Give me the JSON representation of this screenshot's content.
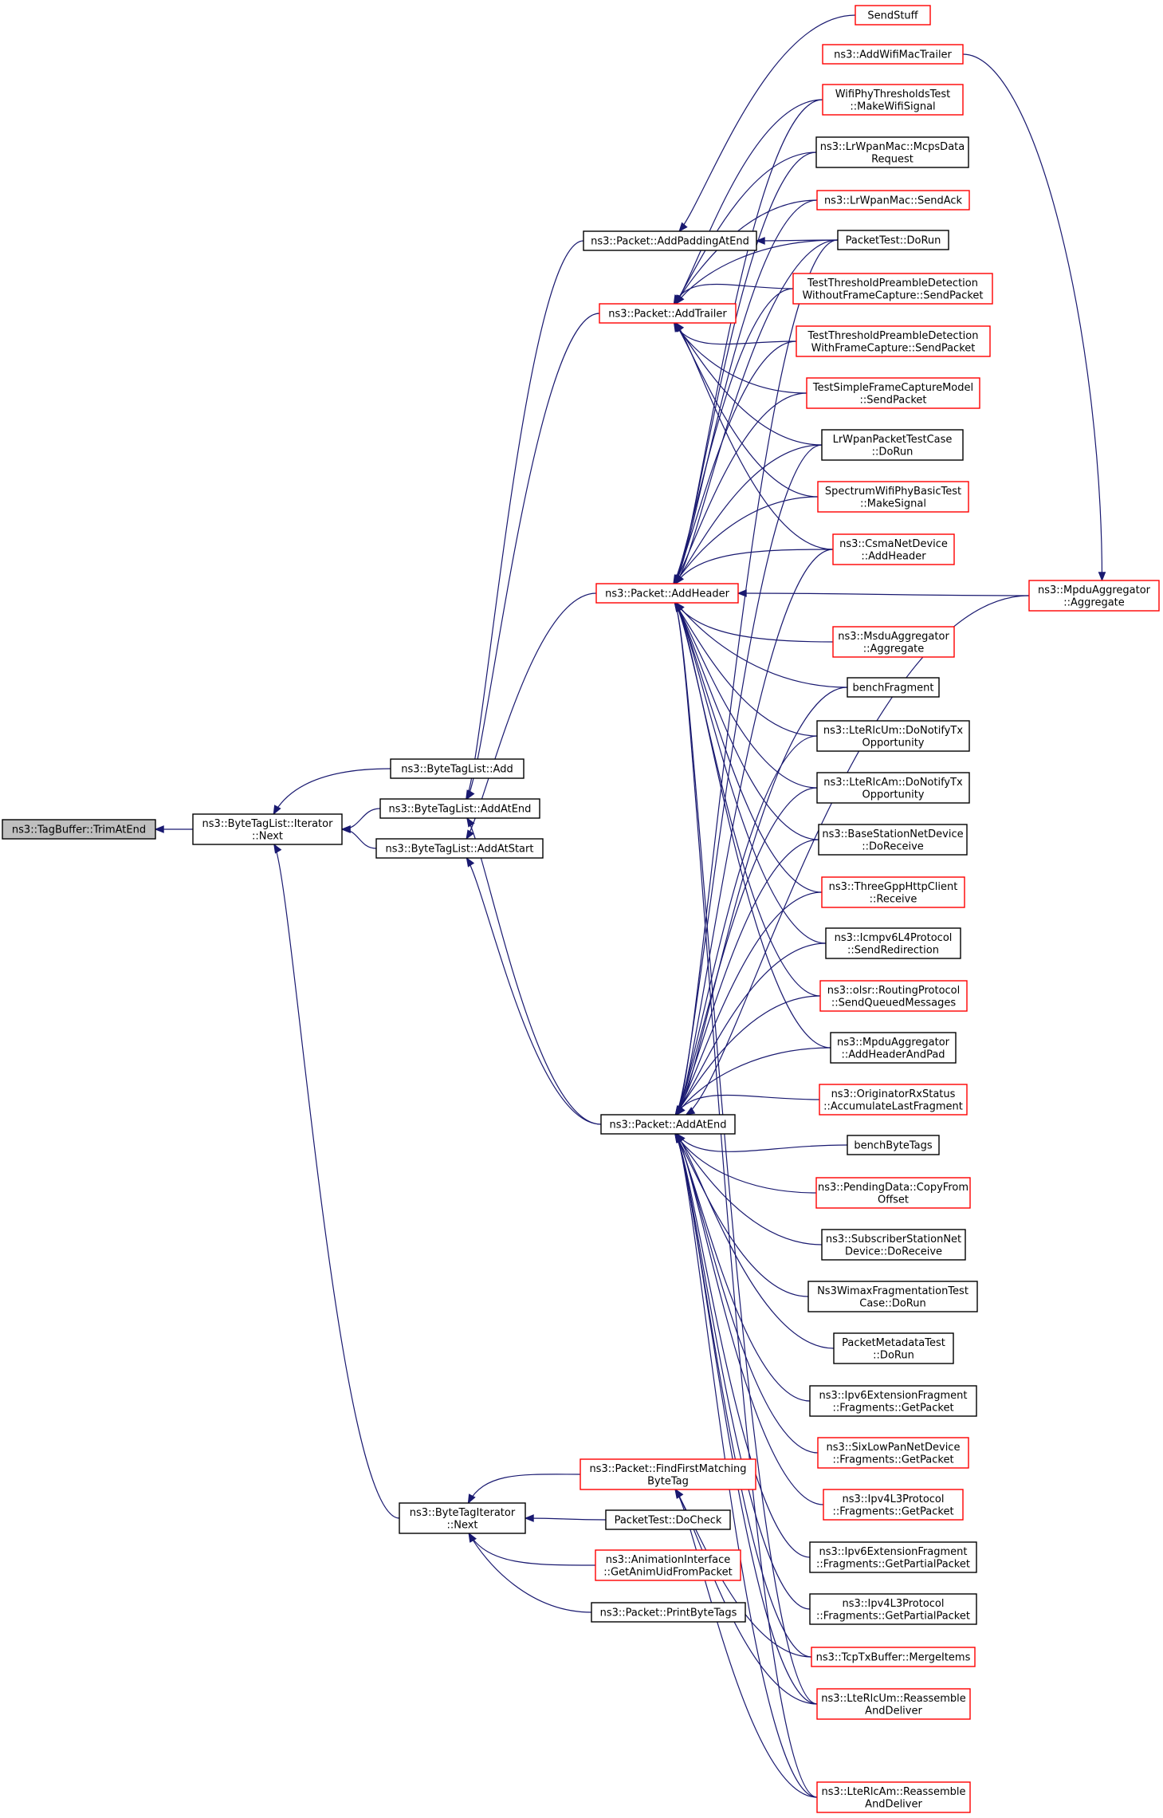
{
  "nodes": [
    {
      "id": "trim",
      "lines": [
        "ns3::TagBuffer::TrimAtEnd"
      ],
      "style": "root"
    },
    {
      "id": "itnext",
      "lines": [
        "ns3::ByteTagList::Iterator",
        "::Next"
      ],
      "style": "black"
    },
    {
      "id": "btladd",
      "lines": [
        "ns3::ByteTagList::Add"
      ],
      "style": "black"
    },
    {
      "id": "btlend",
      "lines": [
        "ns3::ByteTagList::AddAtEnd"
      ],
      "style": "black"
    },
    {
      "id": "btlstart",
      "lines": [
        "ns3::ByteTagList::AddAtStart"
      ],
      "style": "black"
    },
    {
      "id": "btinext",
      "lines": [
        "ns3::ByteTagIterator",
        "::Next"
      ],
      "style": "black"
    },
    {
      "id": "padding",
      "lines": [
        "ns3::Packet::AddPaddingAtEnd"
      ],
      "style": "black"
    },
    {
      "id": "trailer",
      "lines": [
        "ns3::Packet::AddTrailer"
      ],
      "style": "red"
    },
    {
      "id": "header",
      "lines": [
        "ns3::Packet::AddHeader"
      ],
      "style": "red"
    },
    {
      "id": "pktend",
      "lines": [
        "ns3::Packet::AddAtEnd"
      ],
      "style": "black"
    },
    {
      "id": "ffm",
      "lines": [
        "ns3::Packet::FindFirstMatching",
        "ByteTag"
      ],
      "style": "red"
    },
    {
      "id": "pdocheck",
      "lines": [
        "PacketTest::DoCheck"
      ],
      "style": "black"
    },
    {
      "id": "anim",
      "lines": [
        "ns3::AnimationInterface",
        "::GetAnimUidFromPacket"
      ],
      "style": "red"
    },
    {
      "id": "printbt",
      "lines": [
        "ns3::Packet::PrintByteTags"
      ],
      "style": "black"
    },
    {
      "id": "sendstuff",
      "lines": [
        "SendStuff"
      ],
      "style": "red"
    },
    {
      "id": "wifimac",
      "lines": [
        "ns3::AddWifiMacTrailer"
      ],
      "style": "red"
    },
    {
      "id": "wifiphy",
      "lines": [
        "WifiPhyThresholdsTest",
        "::MakeWifiSignal"
      ],
      "style": "red"
    },
    {
      "id": "lrmcps",
      "lines": [
        "ns3::LrWpanMac::McpsData",
        "Request"
      ],
      "style": "black"
    },
    {
      "id": "lrack",
      "lines": [
        "ns3::LrWpanMac::SendAck"
      ],
      "style": "red"
    },
    {
      "id": "pktdorun",
      "lines": [
        "PacketTest::DoRun"
      ],
      "style": "black"
    },
    {
      "id": "tpdwo",
      "lines": [
        "TestThresholdPreambleDetection",
        "WithoutFrameCapture::SendPacket"
      ],
      "style": "red"
    },
    {
      "id": "tpdw",
      "lines": [
        "TestThresholdPreambleDetection",
        "WithFrameCapture::SendPacket"
      ],
      "style": "red"
    },
    {
      "id": "tsfc",
      "lines": [
        "TestSimpleFrameCaptureModel",
        "::SendPacket"
      ],
      "style": "red"
    },
    {
      "id": "lrpkt",
      "lines": [
        "LrWpanPacketTestCase",
        "::DoRun"
      ],
      "style": "black"
    },
    {
      "id": "spectrum",
      "lines": [
        "SpectrumWifiPhyBasicTest",
        "::MakeSignal"
      ],
      "style": "red"
    },
    {
      "id": "csma",
      "lines": [
        "ns3::CsmaNetDevice",
        "::AddHeader"
      ],
      "style": "red"
    },
    {
      "id": "mpduagg",
      "lines": [
        "ns3::MpduAggregator",
        "::Aggregate"
      ],
      "style": "red"
    },
    {
      "id": "msdu",
      "lines": [
        "ns3::MsduAggregator",
        "::Aggregate"
      ],
      "style": "red"
    },
    {
      "id": "benchfrag",
      "lines": [
        "benchFragment"
      ],
      "style": "black"
    },
    {
      "id": "rlcumtx",
      "lines": [
        "ns3::LteRlcUm::DoNotifyTx",
        "Opportunity"
      ],
      "style": "black"
    },
    {
      "id": "rlcamtx",
      "lines": [
        "ns3::LteRlcAm::DoNotifyTx",
        "Opportunity"
      ],
      "style": "black"
    },
    {
      "id": "bsnd",
      "lines": [
        "ns3::BaseStationNetDevice",
        "::DoReceive"
      ],
      "style": "black"
    },
    {
      "id": "http",
      "lines": [
        "ns3::ThreeGppHttpClient",
        "::Receive"
      ],
      "style": "red"
    },
    {
      "id": "icmp",
      "lines": [
        "ns3::Icmpv6L4Protocol",
        "::SendRedirection"
      ],
      "style": "black"
    },
    {
      "id": "olsr",
      "lines": [
        "ns3::olsr::RoutingProtocol",
        "::SendQueuedMessages"
      ],
      "style": "red"
    },
    {
      "id": "mpdupad",
      "lines": [
        "ns3::MpduAggregator",
        "::AddHeaderAndPad"
      ],
      "style": "black"
    },
    {
      "id": "orig",
      "lines": [
        "ns3::OriginatorRxStatus",
        "::AccumulateLastFragment"
      ],
      "style": "red"
    },
    {
      "id": "benchbt",
      "lines": [
        "benchByteTags"
      ],
      "style": "black"
    },
    {
      "id": "pending",
      "lines": [
        "ns3::PendingData::CopyFrom",
        "Offset"
      ],
      "style": "red"
    },
    {
      "id": "ssnd",
      "lines": [
        "ns3::SubscriberStationNet",
        "Device::DoReceive"
      ],
      "style": "black"
    },
    {
      "id": "wimaxfrag",
      "lines": [
        "Ns3WimaxFragmentationTest",
        "Case::DoRun"
      ],
      "style": "black"
    },
    {
      "id": "pmeta",
      "lines": [
        "PacketMetadataTest",
        "::DoRun"
      ],
      "style": "black"
    },
    {
      "id": "ipv6frag",
      "lines": [
        "ns3::Ipv6ExtensionFragment",
        "::Fragments::GetPacket"
      ],
      "style": "black"
    },
    {
      "id": "sixlow",
      "lines": [
        "ns3::SixLowPanNetDevice",
        "::Fragments::GetPacket"
      ],
      "style": "red"
    },
    {
      "id": "ipv4frag",
      "lines": [
        "ns3::Ipv4L3Protocol",
        "::Fragments::GetPacket"
      ],
      "style": "red"
    },
    {
      "id": "ipv6part",
      "lines": [
        "ns3::Ipv6ExtensionFragment",
        "::Fragments::GetPartialPacket"
      ],
      "style": "black"
    },
    {
      "id": "ipv4part",
      "lines": [
        "ns3::Ipv4L3Protocol",
        "::Fragments::GetPartialPacket"
      ],
      "style": "black"
    },
    {
      "id": "tcpmerge",
      "lines": [
        "ns3::TcpTxBuffer::MergeItems"
      ],
      "style": "red"
    },
    {
      "id": "rlcumra",
      "lines": [
        "ns3::LteRlcUm::Reassemble",
        "AndDeliver"
      ],
      "style": "red"
    },
    {
      "id": "rlcamra",
      "lines": [
        "ns3::LteRlcAm::Reassemble",
        "AndDeliver"
      ],
      "style": "red"
    }
  ],
  "edges": [
    [
      "itnext",
      "trim"
    ],
    [
      "btladd",
      "itnext"
    ],
    [
      "btlend",
      "itnext"
    ],
    [
      "btlstart",
      "itnext"
    ],
    [
      "btinext",
      "itnext"
    ],
    [
      "padding",
      "btlend"
    ],
    [
      "trailer",
      "btlend"
    ],
    [
      "header",
      "btlstart"
    ],
    [
      "pktend",
      "btlend"
    ],
    [
      "pktend",
      "btlstart"
    ],
    [
      "ffm",
      "btinext"
    ],
    [
      "pdocheck",
      "btinext"
    ],
    [
      "anim",
      "btinext"
    ],
    [
      "printbt",
      "btinext"
    ],
    [
      "sendstuff",
      "padding"
    ],
    [
      "wifimac",
      "mpduagg"
    ],
    [
      "wifiphy",
      "trailer"
    ],
    [
      "lrmcps",
      "trailer"
    ],
    [
      "lrack",
      "trailer"
    ],
    [
      "pktdorun",
      "trailer"
    ],
    [
      "pktdorun",
      "padding"
    ],
    [
      "tpdwo",
      "trailer"
    ],
    [
      "tpdw",
      "trailer"
    ],
    [
      "tsfc",
      "trailer"
    ],
    [
      "lrpkt",
      "trailer"
    ],
    [
      "spectrum",
      "trailer"
    ],
    [
      "csma",
      "trailer"
    ],
    [
      "wifiphy",
      "header"
    ],
    [
      "lrmcps",
      "header"
    ],
    [
      "lrack",
      "header"
    ],
    [
      "pktdorun",
      "header"
    ],
    [
      "tpdwo",
      "header"
    ],
    [
      "tpdw",
      "header"
    ],
    [
      "tsfc",
      "header"
    ],
    [
      "lrpkt",
      "header"
    ],
    [
      "spectrum",
      "header"
    ],
    [
      "csma",
      "header"
    ],
    [
      "mpduagg",
      "header"
    ],
    [
      "msdu",
      "header"
    ],
    [
      "benchfrag",
      "header"
    ],
    [
      "rlcumtx",
      "header"
    ],
    [
      "rlcamtx",
      "header"
    ],
    [
      "bsnd",
      "header"
    ],
    [
      "http",
      "header"
    ],
    [
      "icmp",
      "header"
    ],
    [
      "olsr",
      "header"
    ],
    [
      "mpdupad",
      "header"
    ],
    [
      "rlcumra",
      "header"
    ],
    [
      "rlcamra",
      "header"
    ],
    [
      "pktdorun",
      "pktend"
    ],
    [
      "lrpkt",
      "pktend"
    ],
    [
      "csma",
      "pktend"
    ],
    [
      "benchfrag",
      "pktend"
    ],
    [
      "rlcumtx",
      "pktend"
    ],
    [
      "rlcamtx",
      "pktend"
    ],
    [
      "bsnd",
      "pktend"
    ],
    [
      "http",
      "pktend"
    ],
    [
      "icmp",
      "pktend"
    ],
    [
      "olsr",
      "pktend"
    ],
    [
      "mpdupad",
      "pktend"
    ],
    [
      "orig",
      "pktend"
    ],
    [
      "benchbt",
      "pktend"
    ],
    [
      "pending",
      "pktend"
    ],
    [
      "ssnd",
      "pktend"
    ],
    [
      "wimaxfrag",
      "pktend"
    ],
    [
      "pmeta",
      "pktend"
    ],
    [
      "ipv6frag",
      "pktend"
    ],
    [
      "sixlow",
      "pktend"
    ],
    [
      "ipv4frag",
      "pktend"
    ],
    [
      "ipv6part",
      "pktend"
    ],
    [
      "ipv4part",
      "pktend"
    ],
    [
      "tcpmerge",
      "pktend"
    ],
    [
      "rlcumra",
      "pktend"
    ],
    [
      "rlcamra",
      "pktend"
    ],
    [
      "mpduagg",
      "pktend"
    ],
    [
      "tcpmerge",
      "ffm"
    ],
    [
      "rlcumra",
      "ffm"
    ],
    [
      "rlcamra",
      "ffm"
    ]
  ]
}
